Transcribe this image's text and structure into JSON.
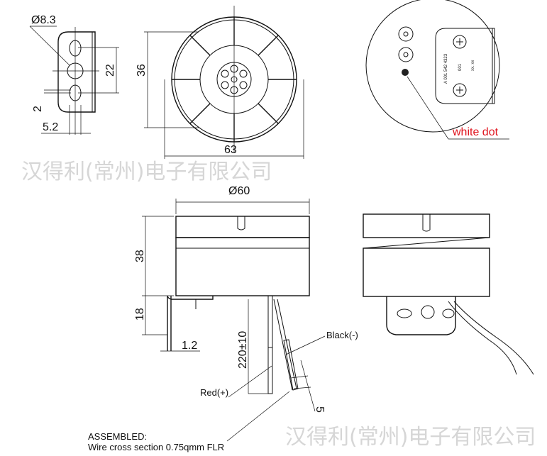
{
  "watermark": "汉得利(常州)电子有限公司",
  "bracket": {
    "hole_dia": "Ø8.3",
    "spacing": "22",
    "offset": "2",
    "width": "5.2"
  },
  "front_view": {
    "height": "36",
    "width": "63"
  },
  "rear_view": {
    "label_code": "A 001 542 4323",
    "label_rev": "001",
    "label_date": "xx. xx",
    "white_dot_label": "white dot",
    "white_dot_color": "#e0141e"
  },
  "side_view": {
    "diameter": "Ø60",
    "body_height": "38",
    "bracket_height": "18",
    "bracket_thickness": "1.2",
    "wire_length": "220±10",
    "black_wire": "Black(-)",
    "red_wire": "Red(+)",
    "strip_length": "5"
  },
  "note": {
    "title": "ASSEMBLED:",
    "text": "Wire cross section 0.75qmm FLR"
  }
}
